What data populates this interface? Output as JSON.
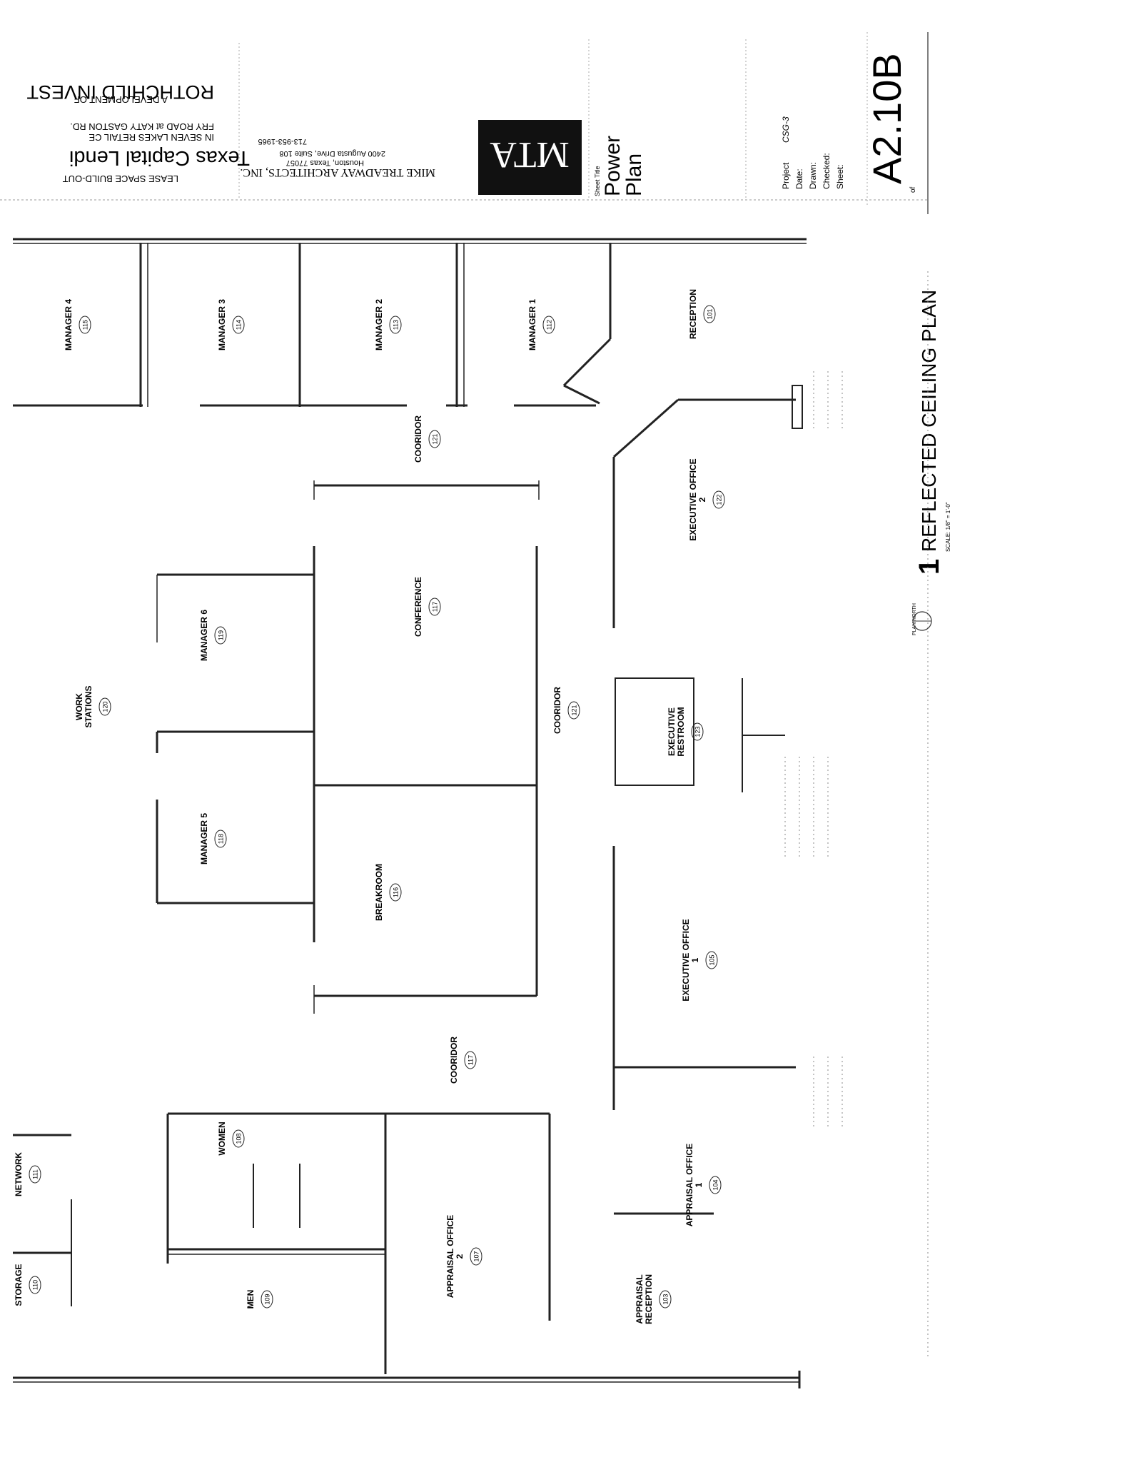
{
  "title_block": {
    "project_line1": "LEASE SPACE BUILD-OUT",
    "project_name": "Texas Capital Lendi",
    "location_line1": "IN SEVEN LAKES RETAIL CE",
    "location_line2": "FRY ROAD at KATY GASTON RD.",
    "developer_line1": "A DEVELOPMENT OF",
    "developer_name": "ROTHCHILD INVEST",
    "architect_name": "MIKE TREADWAY ARCHITECTS, INC.",
    "architect_address1": "2400 Augusta Drive, Suite 108",
    "architect_address2": "Houston, Texas 77057",
    "architect_phone": "713-953-1965",
    "logo_text": "MTA",
    "sheet_title_label": "Sheet Title",
    "sheet_title_line1": "Power",
    "sheet_title_line2": "Plan",
    "project_label": "Project",
    "project_value": "CSG-3",
    "date_label": "Date:",
    "drawn_label": "Drawn:",
    "checked_label": "Checked:",
    "sheet_label": "Sheet:",
    "sheet_number": "A2.10B",
    "of_label": "of"
  },
  "drawing": {
    "number": "1",
    "title": "REFLECTED CEILING PLAN",
    "scale_note": "SCALE: 1/8\" = 1'-0\"",
    "plan_north": "PLAN NORTH"
  },
  "rooms": [
    {
      "id": "manager4",
      "name": "MANAGER 4",
      "number": "115"
    },
    {
      "id": "manager3",
      "name": "MANAGER 3",
      "number": "114"
    },
    {
      "id": "manager2",
      "name": "MANAGER 2",
      "number": "113"
    },
    {
      "id": "manager1",
      "name": "MANAGER 1",
      "number": "112"
    },
    {
      "id": "reception",
      "name": "RECEPTION",
      "number": "101"
    },
    {
      "id": "corridor1",
      "name": "COORIDOR",
      "number": "121"
    },
    {
      "id": "exec2",
      "name": "EXECUTIVE OFFICE 2",
      "number": "122"
    },
    {
      "id": "manager6",
      "name": "MANAGER 6",
      "number": "119"
    },
    {
      "id": "conference",
      "name": "CONFERENCE",
      "number": "117"
    },
    {
      "id": "corridor2",
      "name": "COORIDOR",
      "number": "121"
    },
    {
      "id": "execrest",
      "name": "EXECUTIVE RESTROOM",
      "number": "123"
    },
    {
      "id": "workstations",
      "name": "WORK STATIONS",
      "number": "120"
    },
    {
      "id": "manager5",
      "name": "MANAGER 5",
      "number": "118"
    },
    {
      "id": "breakroom",
      "name": "BREAKROOM",
      "number": "116"
    },
    {
      "id": "exec1",
      "name": "EXECUTIVE OFFICE 1",
      "number": "105"
    },
    {
      "id": "corridor3",
      "name": "COORIDOR",
      "number": "117"
    },
    {
      "id": "women",
      "name": "WOMEN",
      "number": "108"
    },
    {
      "id": "appraisal2",
      "name": "APPRAISAL OFFICE 2",
      "number": "107"
    },
    {
      "id": "appraisal1",
      "name": "APPRAISAL OFFICE 1",
      "number": "104"
    },
    {
      "id": "network",
      "name": "NETWORK",
      "number": "111"
    },
    {
      "id": "storage",
      "name": "STORAGE",
      "number": "110"
    },
    {
      "id": "men",
      "name": "MEN",
      "number": "109"
    },
    {
      "id": "apprec",
      "name": "APPRAISAL RECEPTION",
      "number": "103"
    }
  ]
}
